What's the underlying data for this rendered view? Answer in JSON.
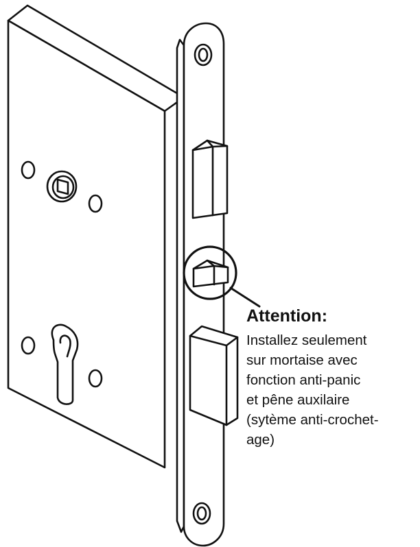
{
  "callout": {
    "title": "Attention:",
    "lines": [
      "Installez seulement",
      "sur mortaise avec",
      "fonction anti-panic",
      "et pêne auxilaire",
      "(sytème anti-crochet-",
      "age)"
    ]
  },
  "colors": {
    "ink": "#111111",
    "paper": "#ffffff"
  }
}
